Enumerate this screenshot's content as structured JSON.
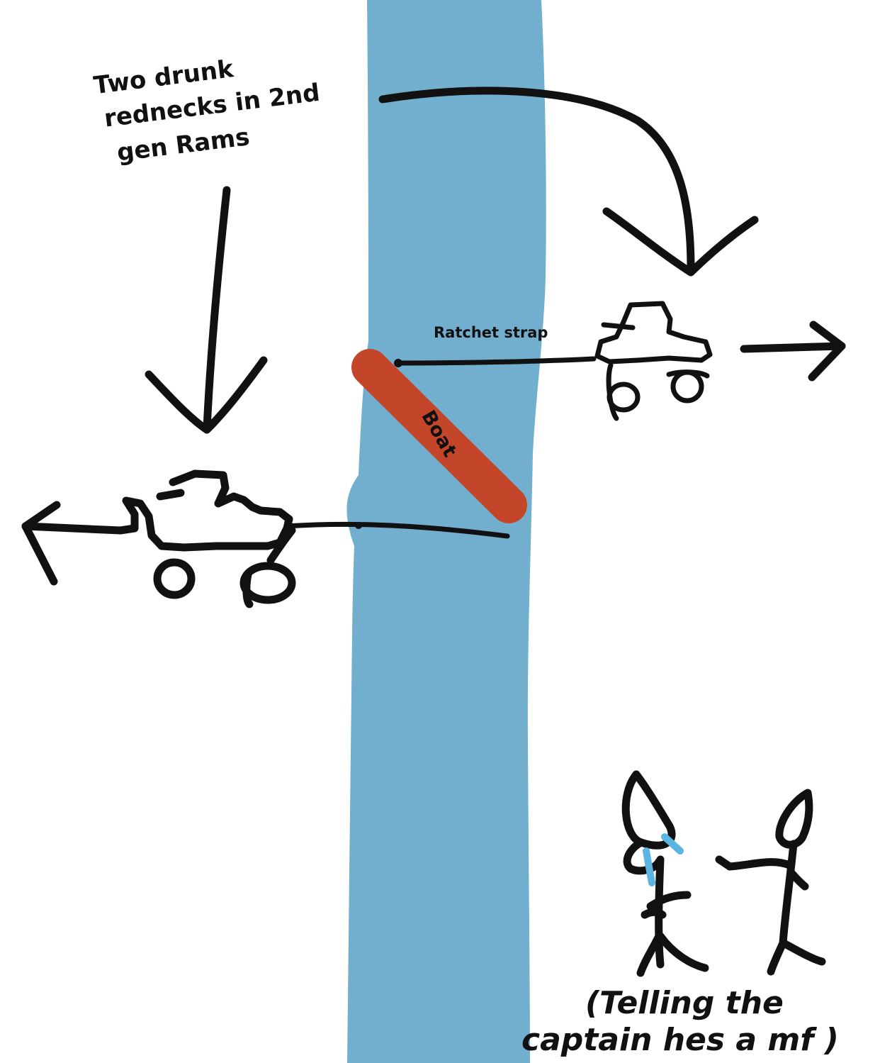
{
  "caption_rednecks": [
    "Two drunk",
    "rednecks in 2nd",
    "gen Rams"
  ],
  "strap_label": "Ratchet strap",
  "boat_label": "Boat",
  "caption_captain": [
    "(Telling the",
    "captain hes a mf )"
  ],
  "colors": {
    "river": "#72afcf",
    "boat": "#c4462a",
    "ink": "#111111",
    "tears": "#5ab5e3"
  }
}
